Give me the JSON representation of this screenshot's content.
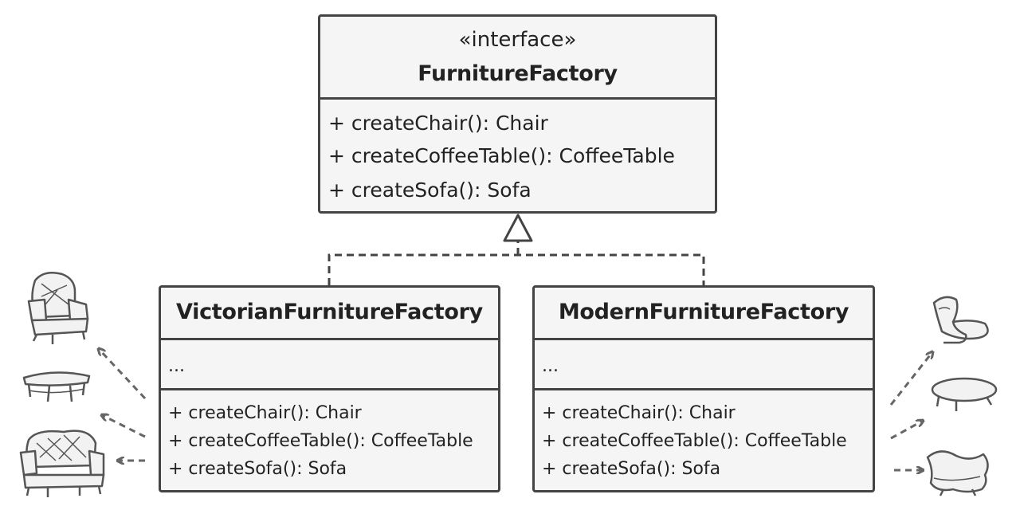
{
  "colors": {
    "border": "#444444",
    "fill": "#f5f5f5",
    "arrow": "#666666"
  },
  "interface": {
    "stereotype": "«interface»",
    "name": "FurnitureFactory",
    "methods": [
      "+ createChair(): Chair",
      "+ createCoffeeTable(): CoffeeTable",
      "+ createSofa(): Sofa"
    ]
  },
  "victorian": {
    "name": "VictorianFurnitureFactory",
    "fields": "...",
    "methods": [
      "+ createChair(): Chair",
      "+ createCoffeeTable(): CoffeeTable",
      "+ createSofa(): Sofa"
    ]
  },
  "modern": {
    "name": "ModernFurnitureFactory",
    "fields": "...",
    "methods": [
      "+ createChair(): Chair",
      "+ createCoffeeTable(): CoffeeTable",
      "+ createSofa(): Sofa"
    ]
  },
  "illustrations": {
    "left": [
      "victorian-armchair-icon",
      "victorian-coffee-table-icon",
      "victorian-sofa-icon"
    ],
    "right": [
      "modern-chair-icon",
      "modern-coffee-table-icon",
      "modern-sofa-icon"
    ]
  }
}
